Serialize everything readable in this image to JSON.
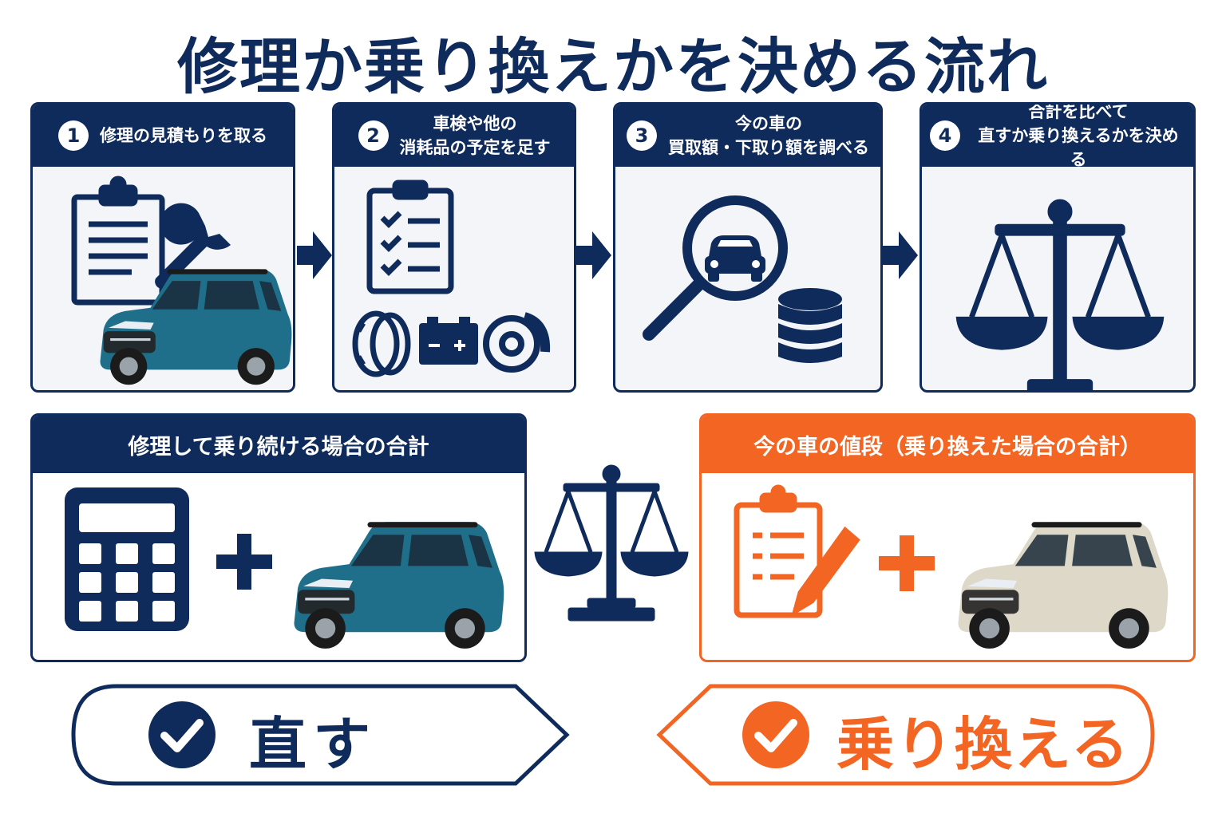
{
  "title": "修理か乗り換えかを決める流れ",
  "steps": [
    {
      "num": "1",
      "lines": [
        "修理の見積もりを取る"
      ],
      "icons": [
        "clipboard-icon",
        "wrench-icon",
        "car-teal"
      ]
    },
    {
      "num": "2",
      "lines": [
        "車検や他の",
        "消耗品の予定を足す"
      ],
      "icons": [
        "checklist-icon",
        "tire-icon",
        "battery-icon",
        "brake-disc-icon"
      ]
    },
    {
      "num": "3",
      "lines": [
        "今の車の",
        "買取額・下取り額を調べる"
      ],
      "icons": [
        "magnifier-car-icon",
        "coin-stack-icon"
      ]
    },
    {
      "num": "4",
      "lines": [
        "合計を比べて",
        "直すか乗り換えるかを決める"
      ],
      "icons": [
        "balance-scale-icon"
      ]
    }
  ],
  "compare": {
    "left": {
      "title": "修理して乗り続ける場合の合計",
      "plus": "+",
      "icons": [
        "calculator-icon",
        "car-teal"
      ]
    },
    "right": {
      "title": "今の車の値段（乗り換えた場合の合計）",
      "plus": "+",
      "icons": [
        "clipboard-pen-icon",
        "car-beige"
      ]
    }
  },
  "decisions": {
    "fix": {
      "label": "直す",
      "icon": "check-circle-icon"
    },
    "replace": {
      "label": "乗り換える",
      "icon": "check-circle-icon"
    }
  },
  "colors": {
    "navy": "#0f2b5b",
    "orange": "#f26522",
    "teal": "#1f6f8b",
    "beige": "#ddd8c8"
  }
}
